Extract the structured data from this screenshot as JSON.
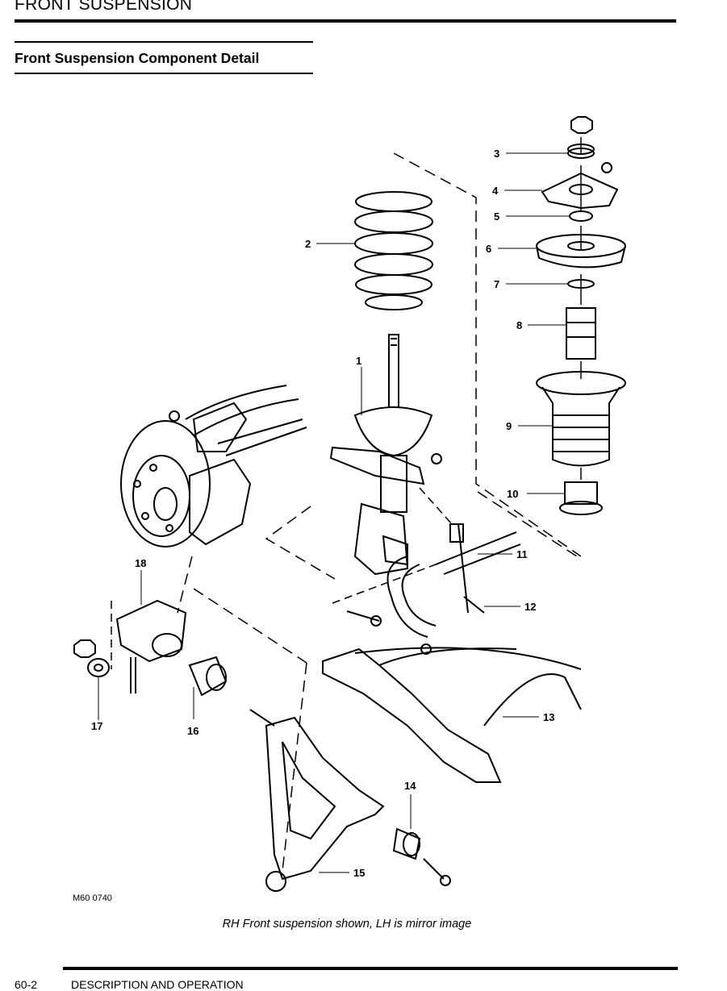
{
  "header": {
    "chapter": "FRONT SUSPENSION",
    "section": "Front Suspension Component Detail"
  },
  "figure": {
    "callouts": [
      "1",
      "2",
      "3",
      "4",
      "5",
      "6",
      "7",
      "8",
      "9",
      "10",
      "11",
      "12",
      "13",
      "14",
      "15",
      "16",
      "17",
      "18"
    ],
    "reference": "M60 0740",
    "caption": "RH Front suspension shown, LH is mirror image"
  },
  "footer": {
    "page_number": "60-2",
    "section_name": "DESCRIPTION AND OPERATION"
  }
}
